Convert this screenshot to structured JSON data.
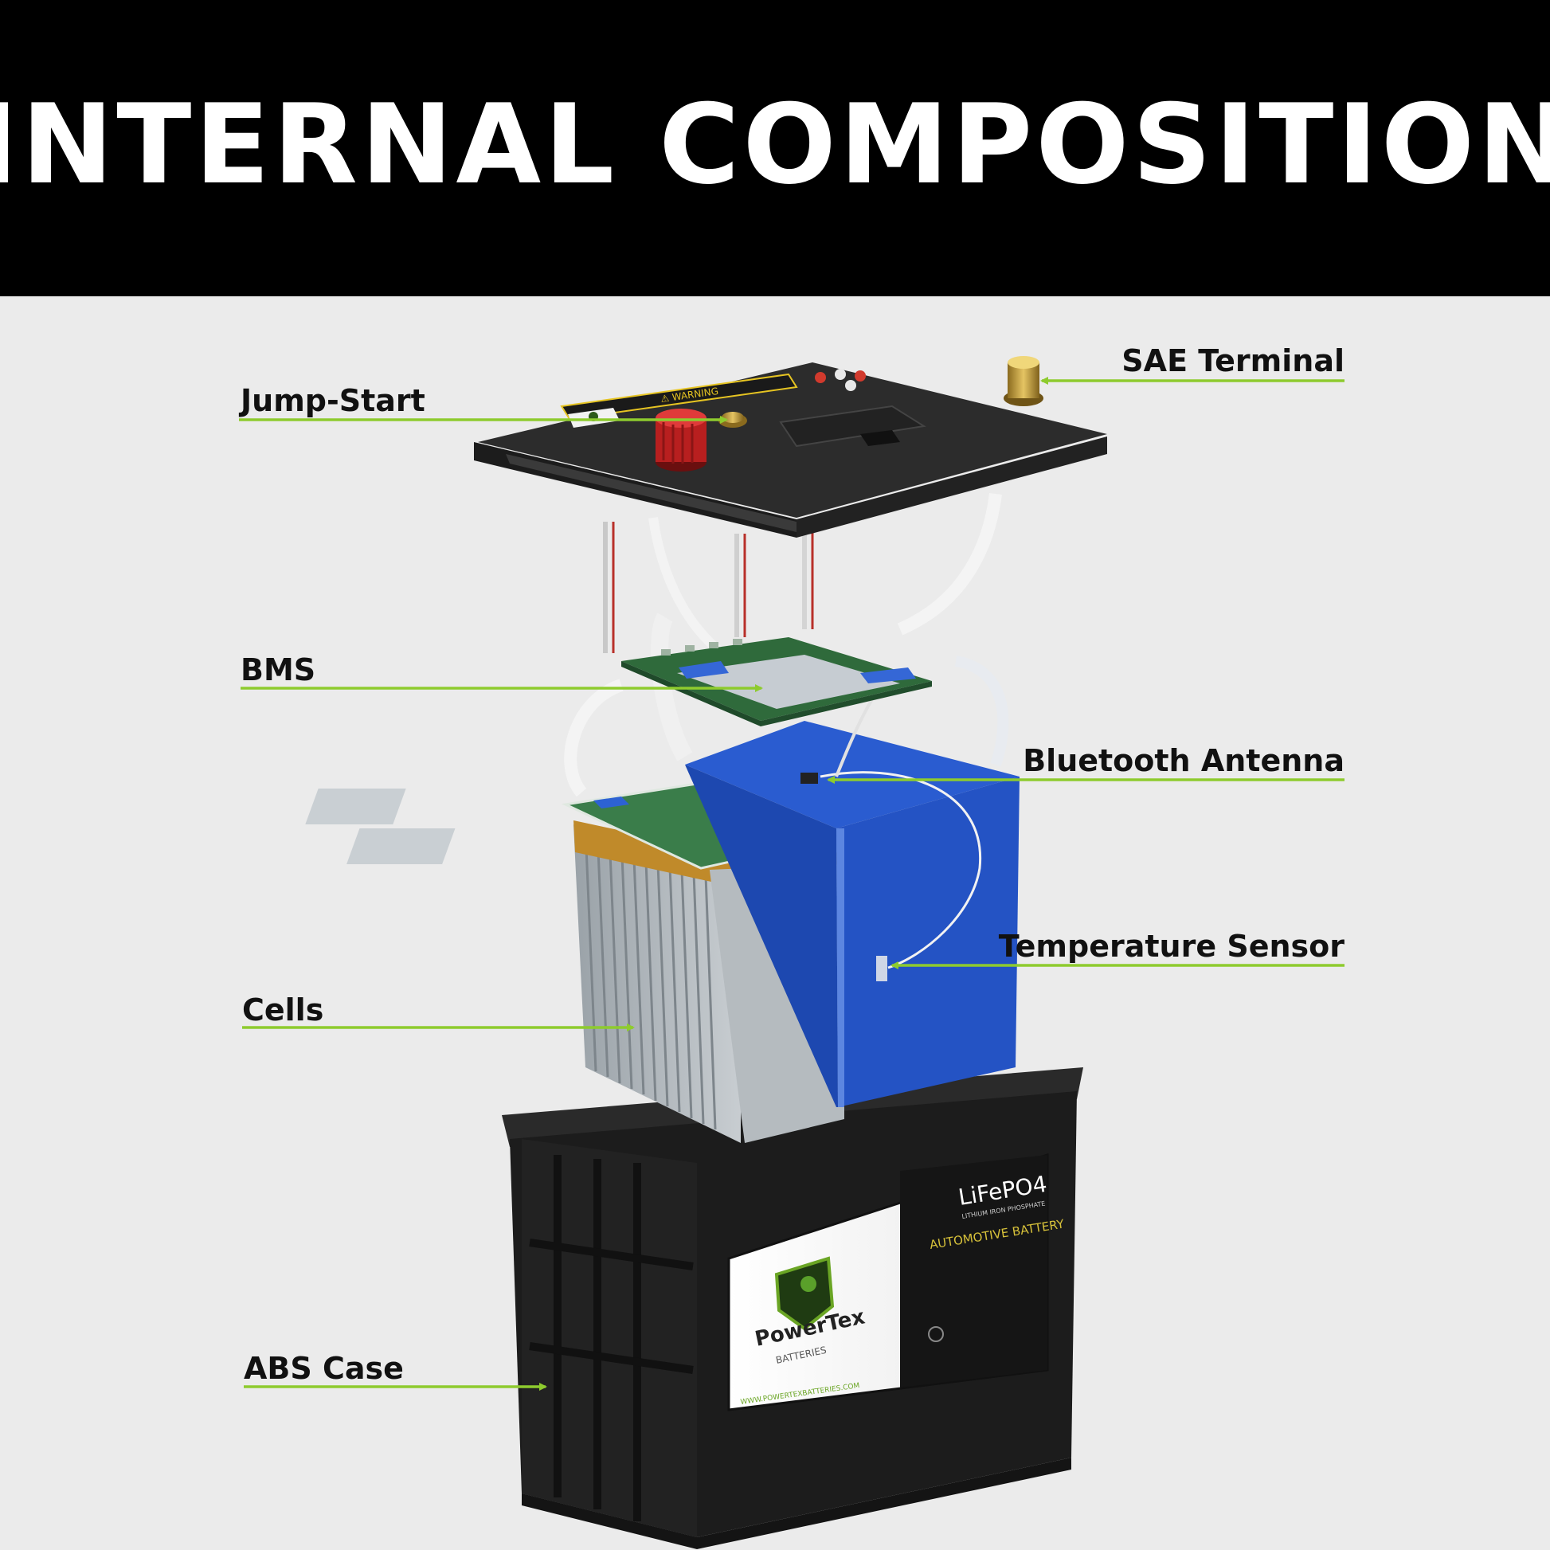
{
  "header": {
    "title": "INTERNAL COMPOSITION"
  },
  "labels": {
    "jump_start": "Jump-Start",
    "sae_terminal": "SAE Terminal",
    "bms": "BMS",
    "bluetooth_antenna": "Bluetooth Antenna",
    "temperature_sensor": "Temperature Sensor",
    "cells": "Cells",
    "abs_case": "ABS Case"
  },
  "lid": {
    "warning_text": "⚠ WARNING"
  },
  "case": {
    "brand": "PowerTex",
    "brand_sub": "BATTERIES",
    "chem": "LiFePO4",
    "chem_sub": "LITHIUM IRON PHOSPHATE",
    "type": "AUTOMOTIVE BATTERY",
    "website": "WWW.POWERTEXBATTERIES.COM"
  },
  "colors": {
    "leader": "#8ecb2e",
    "blue_module": "#2456c8",
    "case": "#1c1c1c",
    "header_bg": "#000000",
    "background": "#ebebeb"
  }
}
